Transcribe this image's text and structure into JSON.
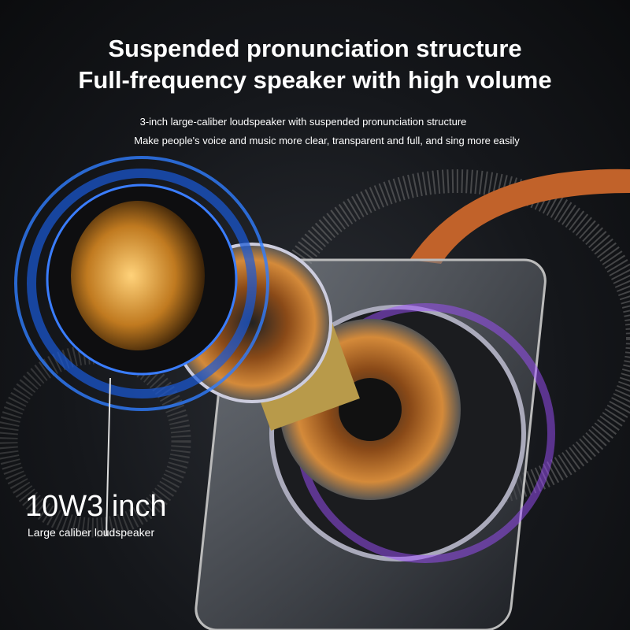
{
  "headline": {
    "line1": "Suspended pronunciation structure",
    "line2": "Full-frequency speaker with high volume"
  },
  "subtext": {
    "line1": "3-inch large-caliber loudspeaker with suspended pronunciation structure",
    "line2": "Make people's voice and music more clear, transparent and full, and sing more easily"
  },
  "spec": {
    "value": "10W3 inch",
    "label": "Large caliber loudspeaker"
  }
}
